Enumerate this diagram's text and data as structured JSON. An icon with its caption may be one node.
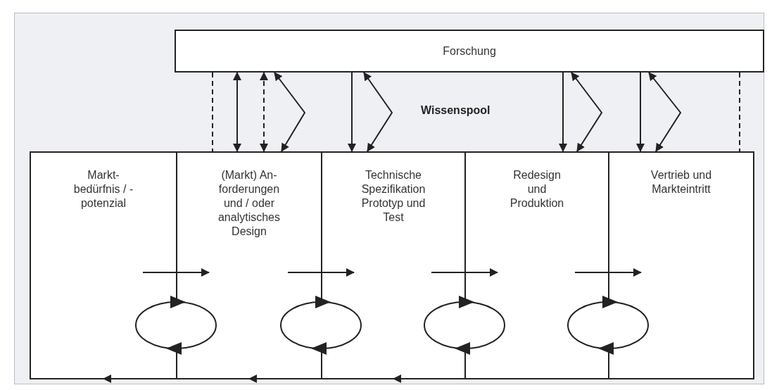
{
  "diagram": {
    "nodes": [
      {
        "text": [
          "Forschung"
        ]
      },
      {
        "text": [
          "Markt- bedürfnis / -potenzial"
        ]
      },
      {
        "text": [
          "(Markt) An- forderungen und / oder analytisches Design"
        ]
      },
      {
        "text": [
          "Technische Spezifikation Prototyp und Test"
        ]
      },
      {
        "text": [
          "Redesign und Produktion"
        ]
      },
      {
        "text": [
          "Vertrieb und Markteintritt"
        ]
      }
    ],
    "edges": [
      {
        "from": 0,
        "to": 2,
        "arrow": "none",
        "style": "dashed"
      },
      {
        "from": 0,
        "to": 2,
        "arrow": "both"
      },
      {
        "from": 0,
        "to": 2,
        "arrow": "both",
        "style": "dashed"
      },
      {
        "from": 0,
        "to": 2,
        "arrow": "both"
      },
      {
        "from": 0,
        "to": 3,
        "arrow": "to"
      },
      {
        "from": 0,
        "to": 3,
        "arrow": "both"
      },
      {
        "from": 0,
        "to": 4,
        "arrow": "to"
      },
      {
        "from": 0,
        "to": 4,
        "arrow": "both"
      },
      {
        "from": 0,
        "to": 5,
        "arrow": "to"
      },
      {
        "from": 0,
        "to": 5,
        "arrow": "both"
      },
      {
        "from": 0,
        "to": 5,
        "arrow": "none",
        "style": "dashed"
      },
      {
        "from": 1,
        "to": 2,
        "arrow": "to"
      },
      {
        "from": 2,
        "to": 3,
        "arrow": "to"
      },
      {
        "from": 3,
        "to": 4,
        "arrow": "to"
      },
      {
        "from": 4,
        "to": 5,
        "arrow": "to"
      },
      {
        "from": 2,
        "to": 1,
        "arrow": "to"
      },
      {
        "from": 3,
        "to": 2,
        "arrow": "to"
      },
      {
        "from": 4,
        "to": 3,
        "arrow": "to"
      }
    ],
    "labels": [
      "Wissenspool"
    ]
  }
}
